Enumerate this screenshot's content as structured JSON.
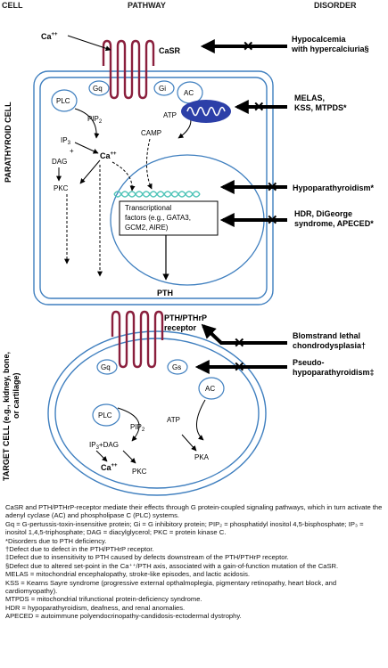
{
  "headers": {
    "cell": "CELL",
    "pathway": "PATHWAY",
    "disorder": "DISORDER"
  },
  "side_labels": {
    "parathyroid": "PARATHYROID CELL",
    "target_l1": "TARGET CELL (e.g., kidney, bone,",
    "target_l2": "or cartilage)"
  },
  "labels": {
    "ca_in": "Ca",
    "ca_sup": "++",
    "casr": "CaSR",
    "gq": "Gq",
    "gi": "Gi",
    "gs": "Gs",
    "ac": "AC",
    "plc": "PLC",
    "pip2": "PIP",
    "sub2": "2",
    "ip3": "IP",
    "sub3": "3",
    "plus": "+",
    "dag": "DAG",
    "atp": "ATP",
    "camp": "CAMP",
    "pkc": "PKC",
    "pka": "PKA",
    "ip3dag": "+DAG",
    "tf_1": "Transcriptional",
    "tf_2": "factors (e.g., GATA3,",
    "tf_3": "GCM2, AIRE)",
    "pth": "PTH",
    "rec_1": "PTH/PTHrP",
    "rec_2": "receptor"
  },
  "disorders": {
    "hypocal_1": "Hypocalcemia",
    "hypocal_2": "with hypercalciuria§",
    "melas_1": "MELAS,",
    "melas_2": "KSS, MTPDS*",
    "hypopara": "Hypoparathyroidism*",
    "hdr_1": "HDR, DiGeorge",
    "hdr_2": "syndrome, APECED*",
    "blom_1": "Blomstrand lethal",
    "blom_2": "chondrodysplasia†",
    "pseudo_1": "Pseudo-",
    "pseudo_2": "hypoparathyroidism‡"
  },
  "caption": {
    "p1": "CaSR and PTH/PTHrP-receptor mediate their effects through G protein-coupled signaling pathways, which in turn activate the adenyl cyclase (AC) and phospholipase C (PLC) systems.",
    "p2": "Gq = G-pertussis-toxin-insensitive protein; Gi = G inhibitory protein; PIP₂ = phosphatidyl inositol 4,5-bisphosphate; IP₃ = inositol 1,4,5-triphosphate; DAG = diacylglycerol; PKC = protein kinase C.",
    "p3": "*Disorders due to PTH deficiency.",
    "p4": "†Defect due to defect in the PTH/PTHrP receptor.",
    "p5": "‡Defect due to insensitivity to PTH caused by defects downstream of the PTH/PTHrP receptor.",
    "p6": "§Defect due to altered set-point in the Ca⁺⁺/PTH axis, associated with a gain-of-function mutation of the CaSR.",
    "p7": "MELAS = mitochondrial encephalopathy, stroke-like episodes, and lactic acidosis.",
    "p8": "KSS = Kearns Sayre syndrome (progressive external opthalmoplegia, pigmentary retinopathy, heart block, and cardiomyopathy).",
    "p9": "MTPDS = mitochondrial trifunctional protein-deficiency syndrome.",
    "p10": "HDR = hypoparathyroidism, deafness, and renal anomalies.",
    "p11": "APECED = autoimmune polyendocrinopathy-candidosis-ectodermal dystrophy."
  },
  "colors": {
    "membrane": "#3f7fbf",
    "receptor": "#8a1f3d",
    "mito": "#2c3fa8",
    "dna": "#4fc4b8",
    "ink": "#000000"
  }
}
